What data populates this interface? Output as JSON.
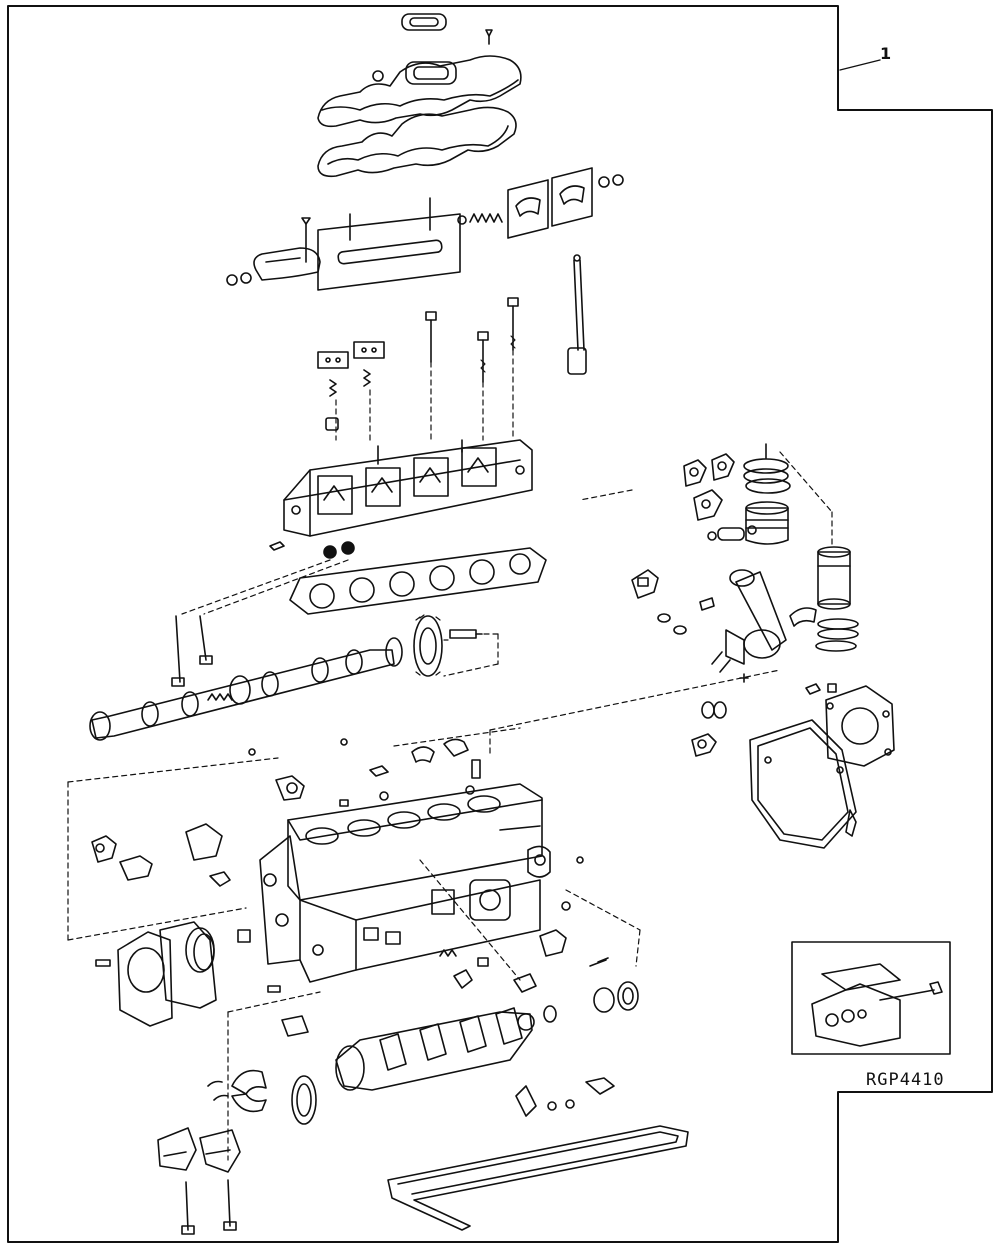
{
  "callout": {
    "number": "1"
  },
  "figure": {
    "code": "RGP4410"
  },
  "colors": {
    "ink": "#111111",
    "paper": "#ffffff"
  },
  "parts": [
    "rocker-cover-oil-cap-gasket",
    "rocker-cover",
    "rocker-cover-gasket",
    "rocker-arm-assembly",
    "rocker-shaft",
    "rocker-arm-pair",
    "rocker-spring",
    "pushrod",
    "tappet",
    "valve-spring-retainers",
    "valve-springs",
    "head-bolts",
    "cylinder-head",
    "cylinder-head-gasket",
    "camshaft",
    "camshaft-gear",
    "piston",
    "piston-rings",
    "piston-pin",
    "cylinder-liner",
    "liner-o-rings",
    "connecting-rod",
    "rod-bearing",
    "cylinder-block",
    "front-plate-gasket",
    "rear-seal-housing",
    "crankshaft",
    "crankshaft-gear",
    "main-bearings",
    "thrust-washers",
    "main-bearing-caps",
    "main-cap-bolts",
    "oil-pan-gasket",
    "oil-pump-inset"
  ]
}
